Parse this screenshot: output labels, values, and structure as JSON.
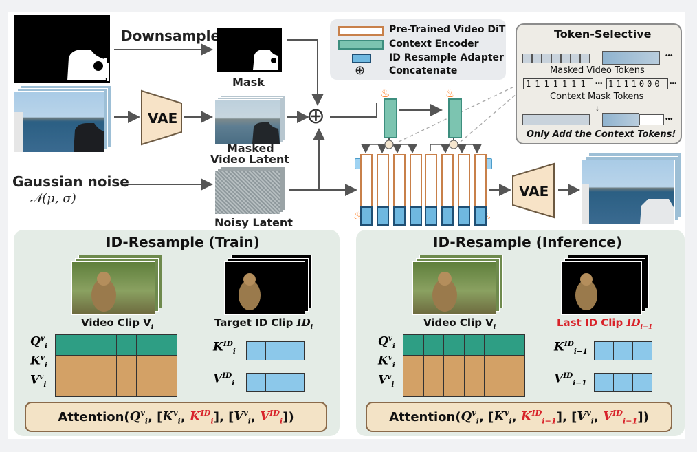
{
  "diagram": {
    "labels": {
      "downsample": "Downsample",
      "mask": "Mask",
      "vae_encoder": "VAE",
      "masked_video_latent_1": "Masked",
      "masked_video_latent_2": "Video Latent",
      "gaussian_noise": "Gaussian noise",
      "gaussian_formula": "𝒩(μ, σ)",
      "noisy_latent": "Noisy Latent",
      "vae_decoder": "VAE",
      "concat_symbol": "⊕"
    },
    "legend": [
      {
        "label": "Pre-Trained Video DiT",
        "color": "#c8804a",
        "fill": "#ffffff"
      },
      {
        "label": "Context Encoder",
        "color": "#3d8e7e",
        "fill": "#7cc4b0"
      },
      {
        "label": "ID Resample Adapter",
        "color": "#1f4f74",
        "fill": "#6fb8e0"
      },
      {
        "label": "Concatenate",
        "symbol": "⊕"
      }
    ],
    "token_selective": {
      "title": "Token-Selective",
      "masked_video_tokens": "Masked Video Tokens",
      "context_mask_values_1": "1111111",
      "context_mask_values_2": "1111000",
      "ellipsis": "•••",
      "context_mask_tokens": "Context Mask Tokens",
      "footer": "Only Add the Context Tokens!"
    },
    "train_panel": {
      "title": "ID-Resample (Train)",
      "video_clip": "Video Clip V",
      "video_clip_sub": "i",
      "target_clip": "Target ID Clip ",
      "target_clip_math": "ID",
      "target_clip_sub": "i",
      "attention": "Attention("
    },
    "inference_panel": {
      "title": "ID-Resample (Inference)",
      "video_clip": "Video Clip V",
      "video_clip_sub": "i",
      "last_clip": "Last ID Clip ",
      "last_clip_math": "ID",
      "last_clip_sub": "i−1",
      "attention": "Attention("
    },
    "colors": {
      "q_row": "#2e9e84",
      "kv_rows": "#d3a166",
      "id_cells": "#8cc8ea",
      "panel_bg": "#e4ece6",
      "red_text": "#d8232a"
    }
  }
}
